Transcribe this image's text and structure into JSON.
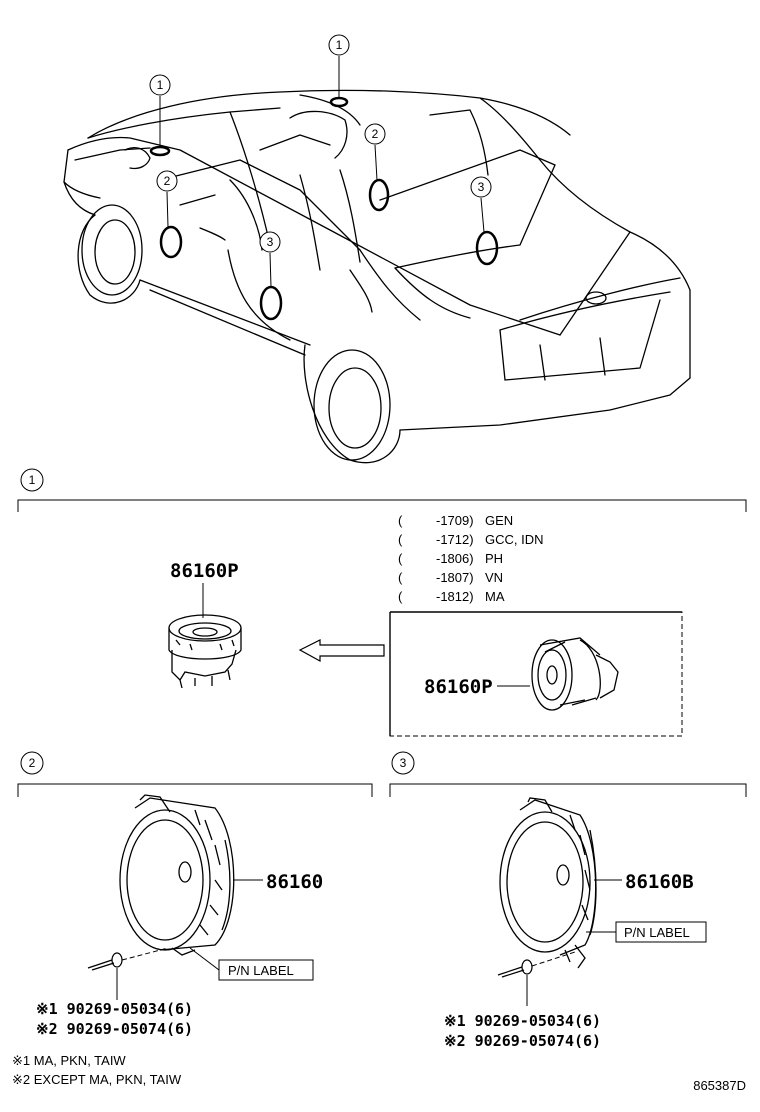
{
  "callouts": {
    "c1": "1",
    "c2": "2",
    "c3": "3"
  },
  "section1": {
    "number": "1",
    "applicability": [
      {
        "paren": "(",
        "code": "-1709)",
        "region": "GEN"
      },
      {
        "paren": "(",
        "code": "-1712)",
        "region": "GCC, IDN"
      },
      {
        "paren": "(",
        "code": "-1806)",
        "region": "PH"
      },
      {
        "paren": "(",
        "code": "-1807)",
        "region": "VN"
      },
      {
        "paren": "(",
        "code": "-1812)",
        "region": "MA"
      }
    ],
    "part_new": "86160P",
    "part_old": "86160P"
  },
  "section2": {
    "number": "2",
    "part": "86160",
    "label": "P/N LABEL",
    "screw1": "※1 90269-05034(6)",
    "screw2": "※2 90269-05074(6)"
  },
  "section3": {
    "number": "3",
    "part": "86160B",
    "label": "P/N LABEL",
    "screw1": "※1 90269-05034(6)",
    "screw2": "※2 90269-05074(6)"
  },
  "notes": {
    "n1": "※1 MA, PKN, TAIW",
    "n2": "※2 EXCEPT  MA, PKN, TAIW"
  },
  "figure_id": "865387D"
}
